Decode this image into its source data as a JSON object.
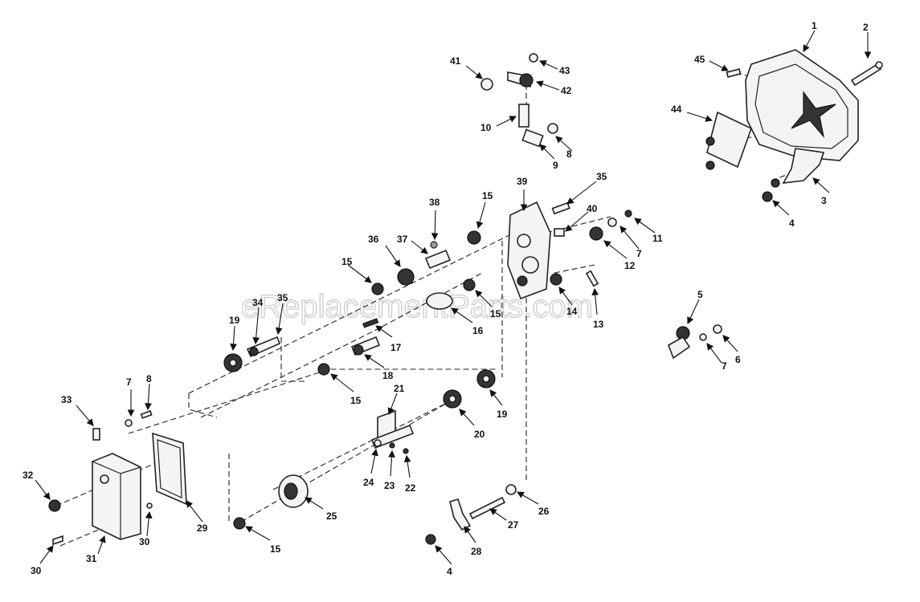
{
  "watermark": "eReplacementParts.com",
  "callouts": [
    "1",
    "2",
    "3",
    "4",
    "5",
    "6",
    "7",
    "8",
    "9",
    "10",
    "11",
    "12",
    "13",
    "14",
    "15",
    "16",
    "17",
    "18",
    "19",
    "20",
    "21",
    "22",
    "23",
    "24",
    "25",
    "26",
    "27",
    "28",
    "29",
    "30",
    "31",
    "32",
    "33",
    "34",
    "35",
    "36",
    "37",
    "38",
    "39",
    "40",
    "41",
    "42",
    "43",
    "44",
    "45"
  ]
}
